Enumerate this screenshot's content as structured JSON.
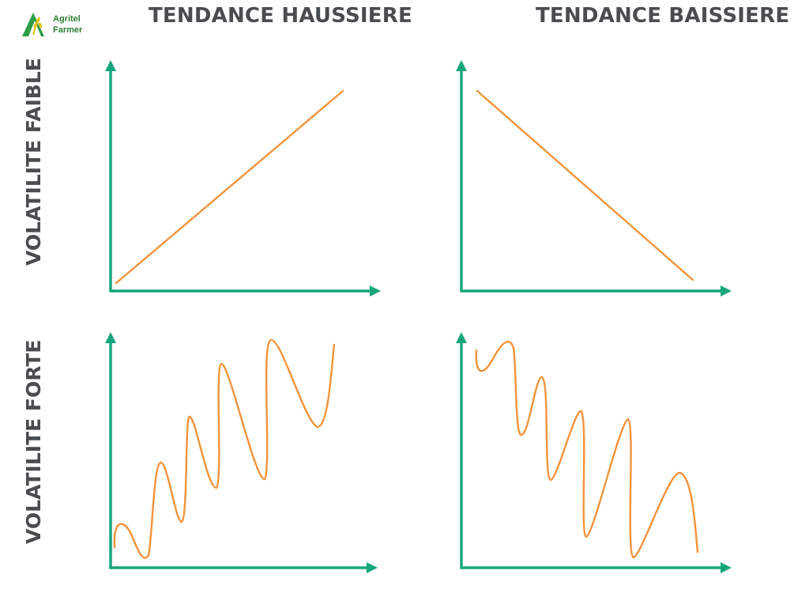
{
  "logo": {
    "line1": "Agritel",
    "line2": "Farmer",
    "accent_green": "#2e9b45",
    "accent_yellow": "#e8c21a"
  },
  "columns": {
    "left_title": "TENDANCE HAUSSIERE",
    "right_title": "TENDANCE BAISSIERE"
  },
  "rows": {
    "top_label": "VOLATILITE FAIBLE",
    "bottom_label": "VOLATILITE FORTE"
  },
  "colors": {
    "axis": "#17a67b",
    "curve": "#f2933c",
    "text": "#4a4d4f"
  }
}
